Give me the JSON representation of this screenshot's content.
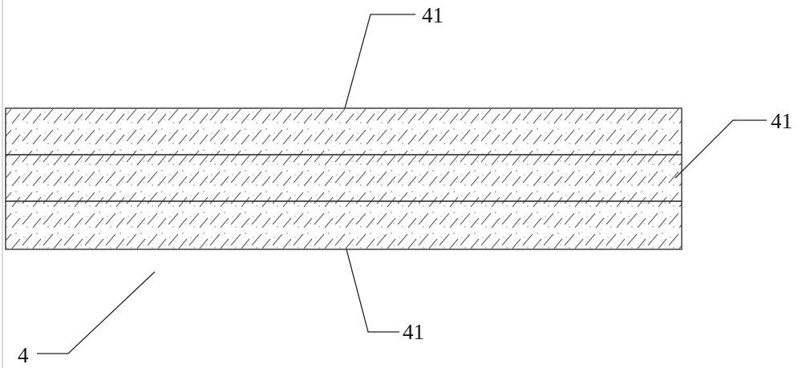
{
  "figure": {
    "layers": [
      {
        "name": "top-layer"
      },
      {
        "name": "middle-layer"
      },
      {
        "name": "bottom-layer"
      }
    ],
    "callouts": {
      "top": "41",
      "right": "41",
      "bottom": "41",
      "assembly": "4"
    }
  }
}
